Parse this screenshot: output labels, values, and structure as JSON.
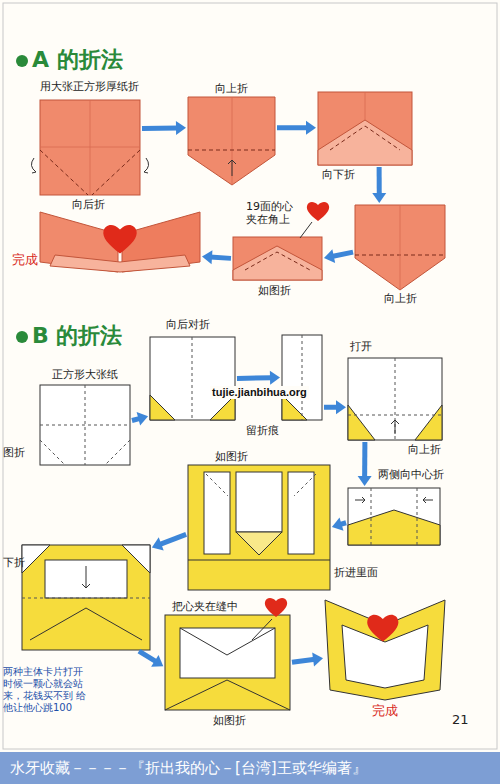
{
  "diagram": {
    "caption": "水牙收藏－－－－『折出我的心－[台湾]王或华编著』",
    "nodes": [
      {
        "text": [
          "用大张正方形厚纸折",
          "向后折"
        ]
      },
      {
        "text": [
          "向上折"
        ]
      },
      {
        "text": [
          "向下折"
        ]
      },
      {
        "text": [
          "向上折"
        ]
      },
      {
        "text": [
          "19面的心 夹在角上",
          "如图折"
        ]
      },
      {
        "text": [
          "完成"
        ]
      },
      {
        "text": [
          "正方形大张纸",
          "图折"
        ]
      },
      {
        "text": [
          "向后对折"
        ]
      },
      {
        "text": [
          "留折痕"
        ]
      },
      {
        "text": [
          "打开",
          "向上折"
        ]
      },
      {
        "text": [
          "两侧向中心折"
        ]
      },
      {
        "text": [
          "如图折",
          "折进里面"
        ]
      },
      {
        "text": [
          "下折"
        ]
      },
      {
        "text": [
          "把心夹在缝中",
          "如图折"
        ]
      },
      {
        "text": [
          "完成"
        ]
      }
    ],
    "edges": [
      {
        "from": 0,
        "to": 1,
        "arrow": "to"
      },
      {
        "from": 1,
        "to": 2,
        "arrow": "to"
      },
      {
        "from": 2,
        "to": 3,
        "arrow": "to"
      },
      {
        "from": 3,
        "to": 4,
        "arrow": "to"
      },
      {
        "from": 4,
        "to": 5,
        "arrow": "to"
      },
      {
        "from": 6,
        "to": 7,
        "arrow": "to"
      },
      {
        "from": 7,
        "to": 8,
        "arrow": "to"
      },
      {
        "from": 8,
        "to": 9,
        "arrow": "to"
      },
      {
        "from": 9,
        "to": 10,
        "arrow": "to"
      },
      {
        "from": 10,
        "to": 11,
        "arrow": "to"
      },
      {
        "from": 11,
        "to": 12,
        "arrow": "to"
      },
      {
        "from": 12,
        "to": 13,
        "arrow": "to"
      },
      {
        "from": 13,
        "to": 14,
        "arrow": "to"
      }
    ],
    "labels": [
      "A 的折法",
      "B 的折法",
      "tujie.jianbihua.org",
      "两种主体卡片打开 时候一颗心就会站 来，花钱买不到 给他让他心跳100",
      "21"
    ]
  }
}
